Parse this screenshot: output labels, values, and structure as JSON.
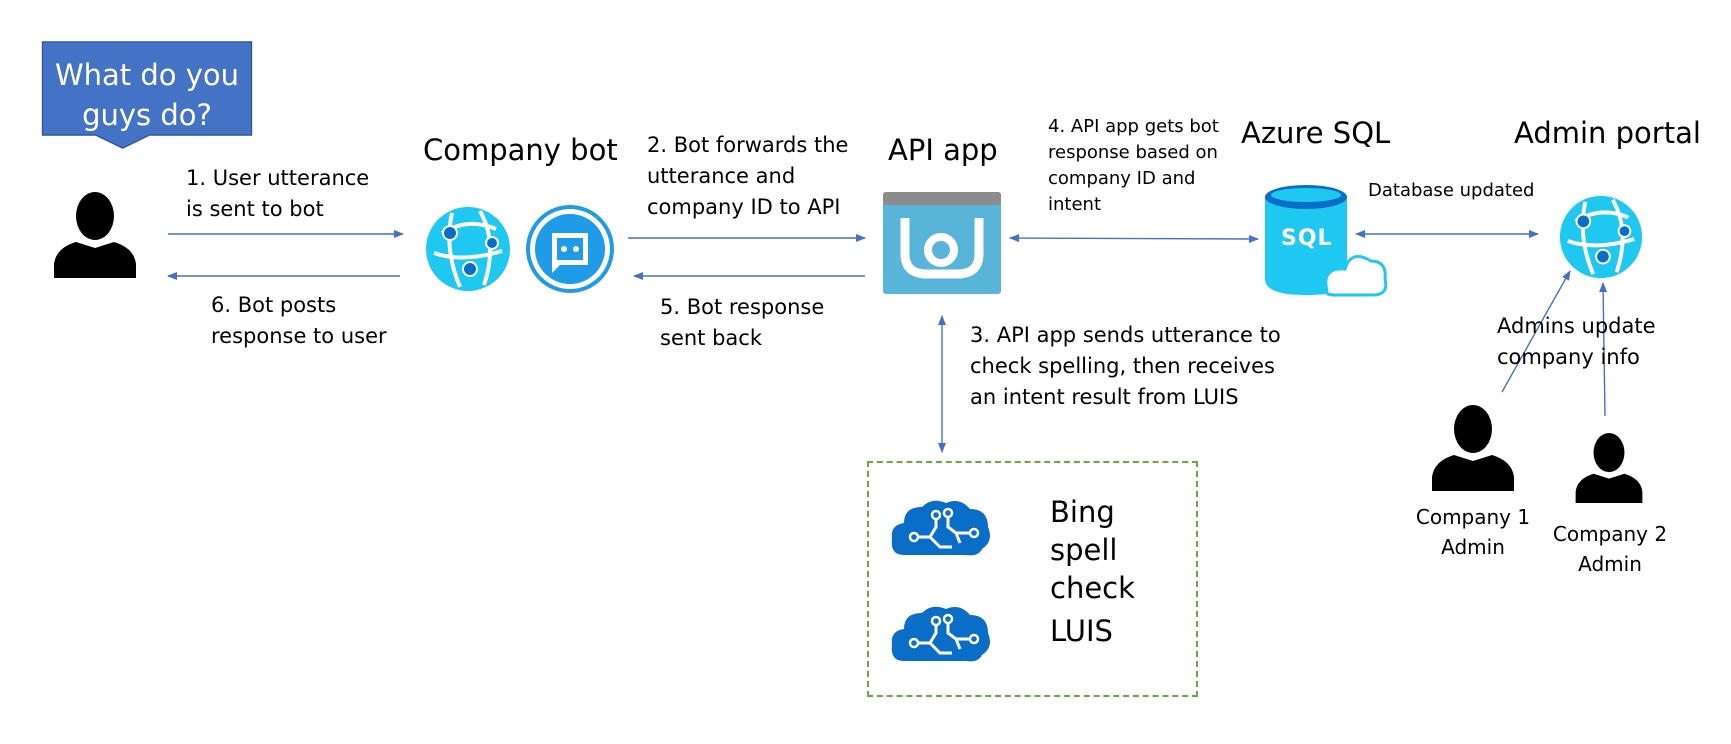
{
  "callout": {
    "text": "What do you guys do?"
  },
  "nodes": {
    "company_bot": "Company bot",
    "api_app": "API app",
    "azure_sql": "Azure SQL",
    "admin_portal": "Admin portal",
    "sql_logo": "SQL"
  },
  "steps": {
    "step1": "1. User utterance is sent to bot",
    "step2": "2. Bot forwards the utterance and company ID to API",
    "step3": "3. API app sends utterance to check spelling, then receives an intent result from LUIS",
    "step4": "4. API app gets bot response based on company ID and intent",
    "step5": "5. Bot response sent back",
    "step6": "6. Bot posts response to user",
    "database_updated": "Database updated",
    "admins_update": "Admins update company info"
  },
  "services": {
    "bing": "Bing spell check",
    "luis": "LUIS"
  },
  "admins": {
    "company1": "Company 1 Admin",
    "company2": "Company 2 Admin"
  },
  "colors": {
    "arrow": "#4472c4",
    "callout": "#4472c4",
    "globe": "#1ec8f0",
    "cognitive": "#0a6ec8",
    "dashed_border": "#6aac3c"
  }
}
